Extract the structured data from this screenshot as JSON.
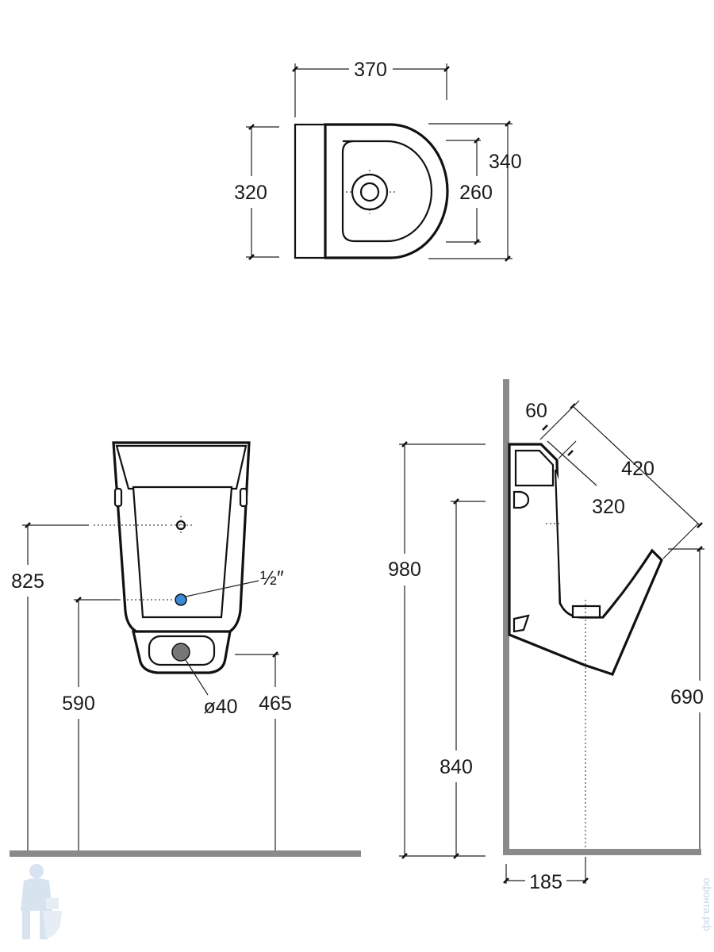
{
  "top_view": {
    "width_label": "370",
    "depth_label": "340",
    "wall_depth_label": "320",
    "bowl_depth_label": "260"
  },
  "front_view": {
    "inlet_height_label": "825",
    "supply_height_label": "590",
    "outlet_height_label": "465",
    "supply_size_label": "½″",
    "outlet_diameter_label": "ø40"
  },
  "side_view": {
    "total_height_label": "980",
    "top_height_label": "840",
    "rim_height_label": "690",
    "projection_label": "420",
    "inner_depth_label": "320",
    "rim_thickness_label": "60",
    "outlet_offset_label": "185"
  },
  "watermark": {
    "text": "офонта.рф",
    "icon": "plumber-mascot-icon"
  },
  "colors": {
    "line": "#111111",
    "floor": "#8a8a8a",
    "supply_marker": "#3a8ad8",
    "outlet_marker": "#777777",
    "watermark": "#c9d6e6"
  }
}
